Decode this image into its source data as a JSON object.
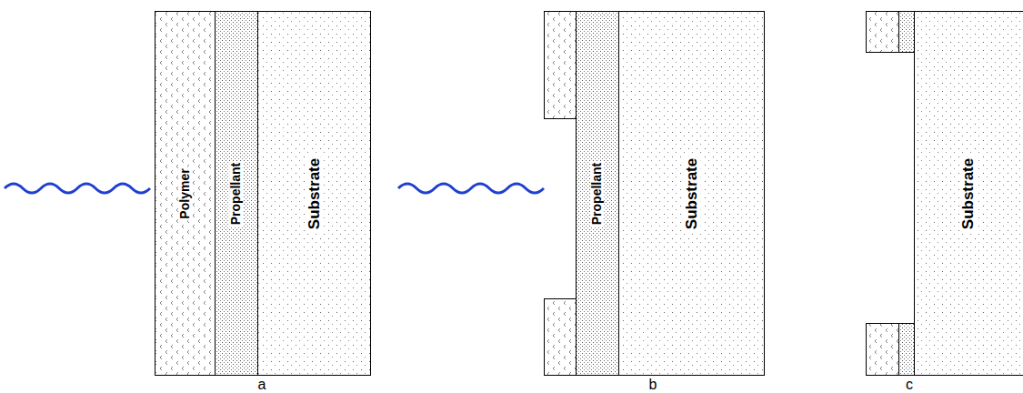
{
  "diagram": {
    "nodes": [
      {
        "text": [
          "Polymer"
        ]
      },
      {
        "text": [
          "Propellant"
        ]
      },
      {
        "text": [
          "Substrate"
        ]
      },
      {
        "text": [
          "Propellant"
        ]
      },
      {
        "text": [
          "Substrate"
        ]
      },
      {
        "text": [
          "Substrate"
        ]
      }
    ],
    "labels": [
      "a",
      "b",
      "c"
    ]
  }
}
